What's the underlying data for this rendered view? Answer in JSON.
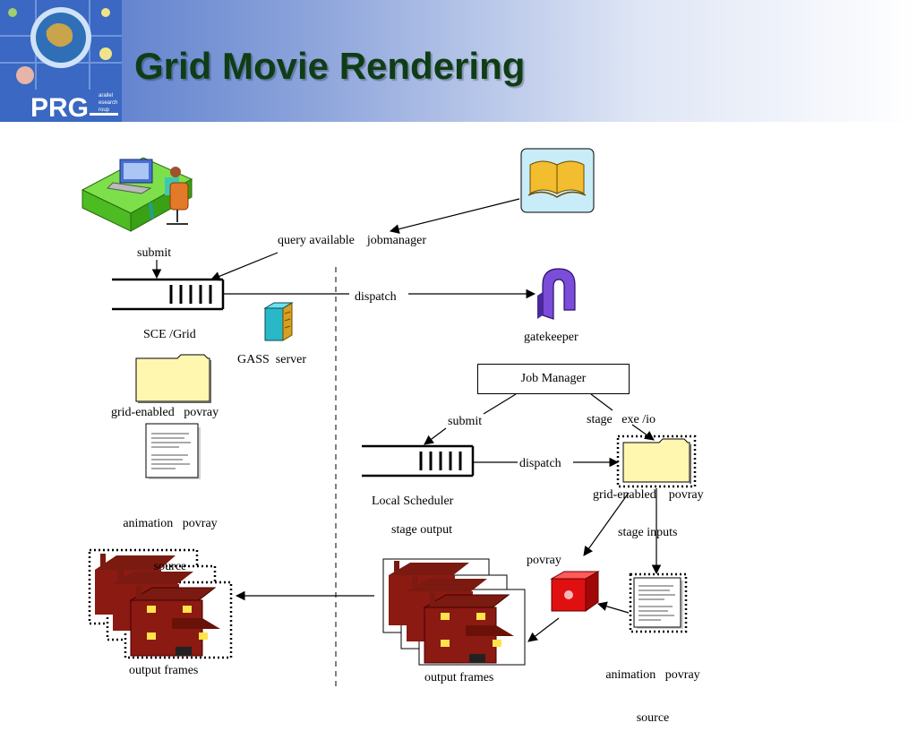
{
  "header": {
    "title": "Grid Movie Rendering",
    "logo_text": "PRG",
    "logo_subtext": [
      "arallel",
      "esearch",
      "roup"
    ]
  },
  "labels": {
    "submit_top": "submit",
    "query": "query available    jobmanager",
    "dispatch_top": "dispatch",
    "sce_grid": "SCE /Grid",
    "gass_server": "GASS  server",
    "gatekeeper": "gatekeeper",
    "grid_enabled_left": "grid-enabled   povray",
    "animation_left_1": "animation   povray",
    "animation_left_2": "source",
    "job_manager": "Job Manager",
    "submit_local": "submit",
    "stage_exe": "stage   exe /io",
    "dispatch_local": "dispatch",
    "local_scheduler": "Local Scheduler",
    "grid_enabled_right": "grid-enabled    povray",
    "stage_output": "stage output",
    "stage_inputs": "stage inputs",
    "povray": "povray",
    "animation_right_1": "animation   povray",
    "animation_right_2": "source",
    "output_frames_left": "output frames",
    "output_frames_right": "output frames"
  },
  "icons": [
    "user-at-computer-icon",
    "book-icon",
    "gatekeeper-arch-icon",
    "gass-server-icon",
    "folder-icon",
    "document-icon",
    "red-server-icon",
    "house-frames-icon"
  ]
}
